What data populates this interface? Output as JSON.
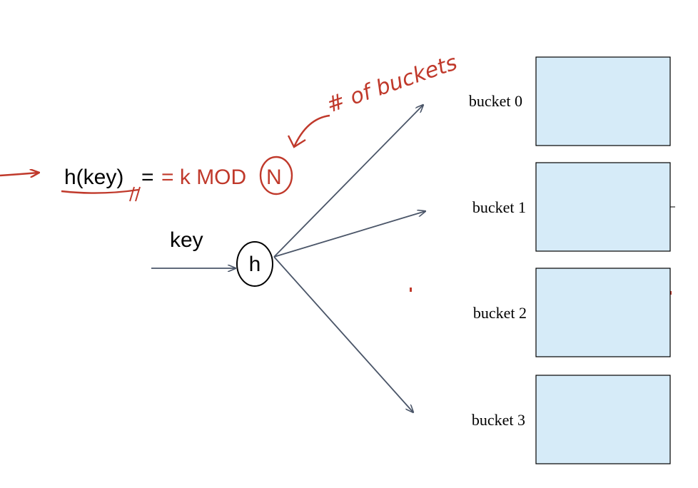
{
  "formula": {
    "lhs": "h(key)",
    "eq": "=",
    "rhs": "= k MOD ",
    "n": "N"
  },
  "annotation": {
    "text": "# of buckets"
  },
  "input": {
    "label": "key"
  },
  "hash_node": {
    "label": "h"
  },
  "buckets": [
    {
      "label": "bucket 0"
    },
    {
      "label": "bucket 1"
    },
    {
      "label": "bucket 2"
    },
    {
      "label": "bucket 3"
    }
  ],
  "colors": {
    "ink_red": "#c0392b",
    "arrow": "#4a5568",
    "bucket_fill": "#d6ebf8",
    "text": "#000000"
  }
}
